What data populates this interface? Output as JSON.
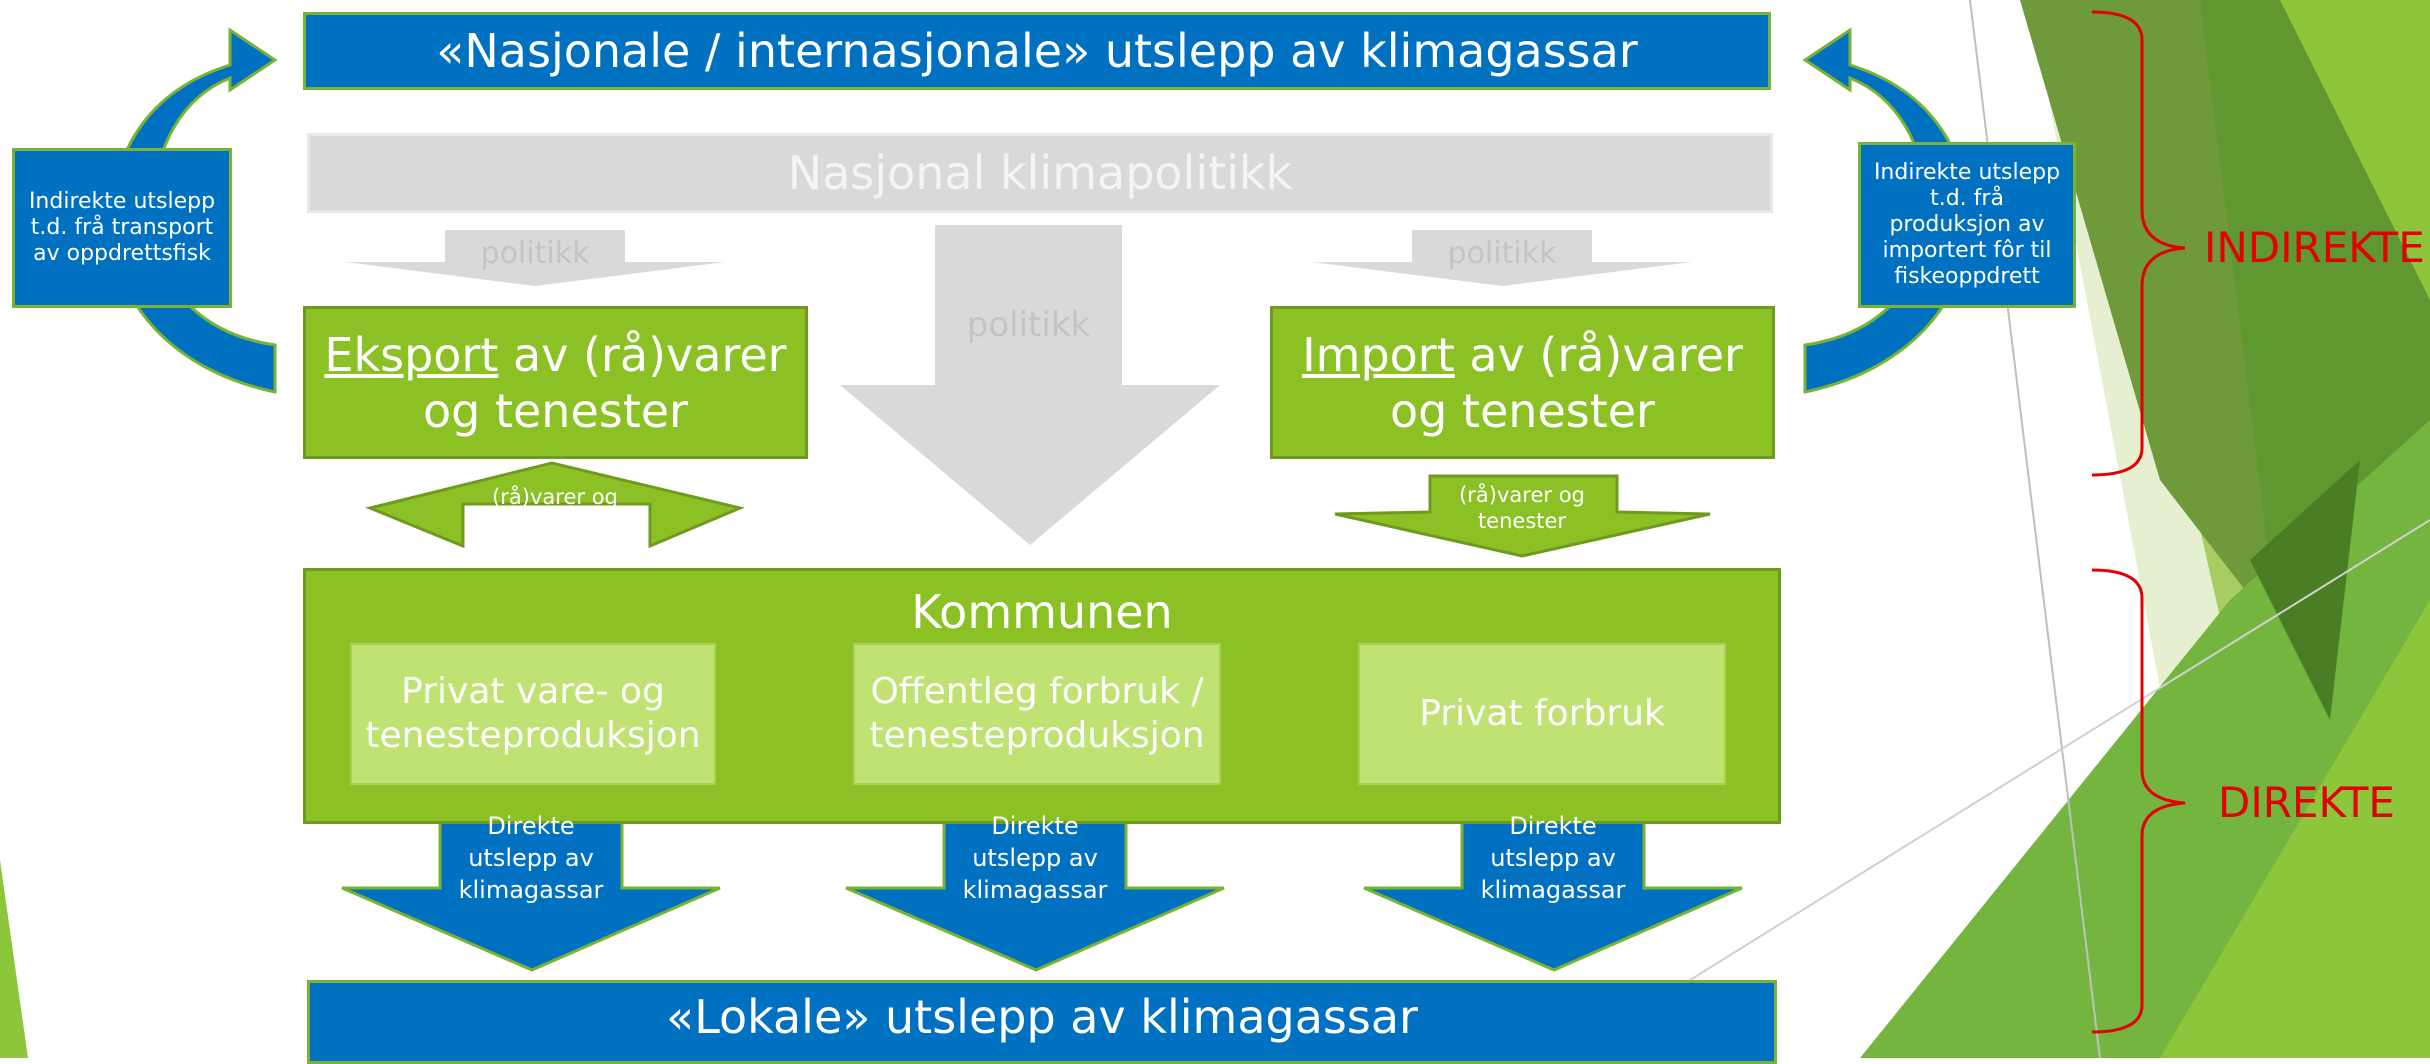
{
  "top_bar": "«Nasjonale / internasjonale» utslepp av klimagassar",
  "policy_bar": "Nasjonal klimapolitikk",
  "policy_arrow_label": "politikk",
  "left_side_box": "Indirekte utslepp t.d. frå transport av oppdrettsfisk",
  "right_side_box": "Indirekte utslepp t.d. frå produksjon av importert fôr til fiskeoppdrett",
  "export_box": {
    "keyword": "Eksport",
    "rest": " av (rå)varer",
    "line2": "og tenester"
  },
  "import_box": {
    "keyword": "Import",
    "rest": " av (rå)varer",
    "line2": "og tenester"
  },
  "goods_arrow_label": "(rå)varer og tenester",
  "municipality": {
    "title": "Kommunen",
    "sectors": [
      "Privat vare- og tenesteproduksjon",
      "Offentleg forbruk / tenesteproduksjon",
      "Privat forbruk"
    ]
  },
  "direct_arrow_label": "Direkte utslepp av klimagassar",
  "bottom_bar": "«Lokale» utslepp av klimagassar",
  "brackets": {
    "upper": "INDIREKTE",
    "lower": "DIREKTE"
  },
  "colors": {
    "blue": "#0070c0",
    "green": "#8cc125",
    "pale_green": "#c0e272",
    "gray": "#d9d9d9",
    "red": "#e30000"
  }
}
